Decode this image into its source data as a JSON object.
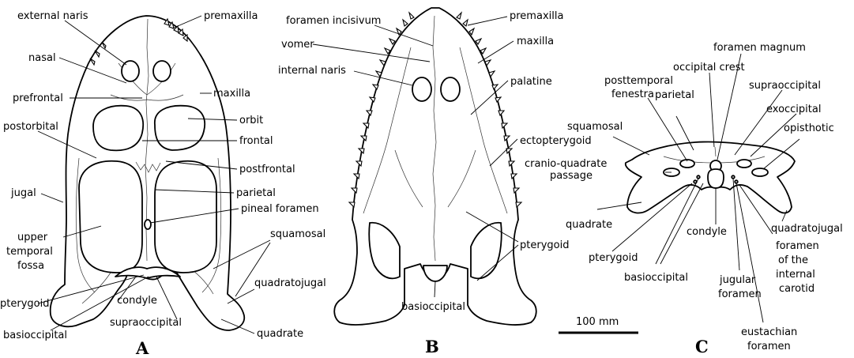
{
  "figure": {
    "panels": [
      "A",
      "B",
      "C"
    ],
    "scale_bar": "100 mm",
    "view_a": {
      "external_naris": "external naris",
      "premaxilla": "premaxilla",
      "nasal": "nasal",
      "maxilla": "maxilla",
      "prefrontal": "prefrontal",
      "orbit": "orbit",
      "postorbital": "postorbital",
      "frontal": "frontal",
      "postfrontal": "postfrontal",
      "jugal": "jugal",
      "parietal": "parietal",
      "pineal_foramen": "pineal foramen",
      "upper_temporal_fossa": [
        "upper",
        "temporal",
        "fossa"
      ],
      "squamosal": "squamosal",
      "quadratojugal": "quadratojugal",
      "pterygoid": "pterygoid",
      "condyle": "condyle",
      "basioccipital": "basioccipital",
      "supraoccipital": "supraoccipital",
      "quadrate": "quadrate"
    },
    "view_b": {
      "foramen_incisivum": "foramen incisivum",
      "premaxilla": "premaxilla",
      "vomer": "vomer",
      "maxilla": "maxilla",
      "internal_naris": "internal naris",
      "palatine": "palatine",
      "ectopterygoid": "ectopterygoid",
      "pterygoid": "pterygoid",
      "basioccipital": "basioccipital"
    },
    "view_c": {
      "foramen_magnum": "foramen magnum",
      "occipital_crest": "occipital crest",
      "posttemporal_fenestra": [
        "posttemporal",
        "fenestra"
      ],
      "supraoccipital": "supraoccipital",
      "parietal": "parietal",
      "exoccipital": "exoccipital",
      "squamosal": "squamosal",
      "opisthotic": "opisthotic",
      "cranio_quadrate_passage": [
        "cranio-quadrate",
        "passage"
      ],
      "quadrate": "quadrate",
      "condyle": "condyle",
      "quadratojugal": "quadratojugal",
      "pterygoid": "pterygoid",
      "foramen_internal_carotid": [
        "foramen",
        "of the",
        "internal",
        "carotid"
      ],
      "basioccipital": "basioccipital",
      "jugular_foramen": [
        "jugular",
        "foramen"
      ],
      "eustachian_foramen": [
        "eustachian",
        "foramen"
      ]
    }
  }
}
